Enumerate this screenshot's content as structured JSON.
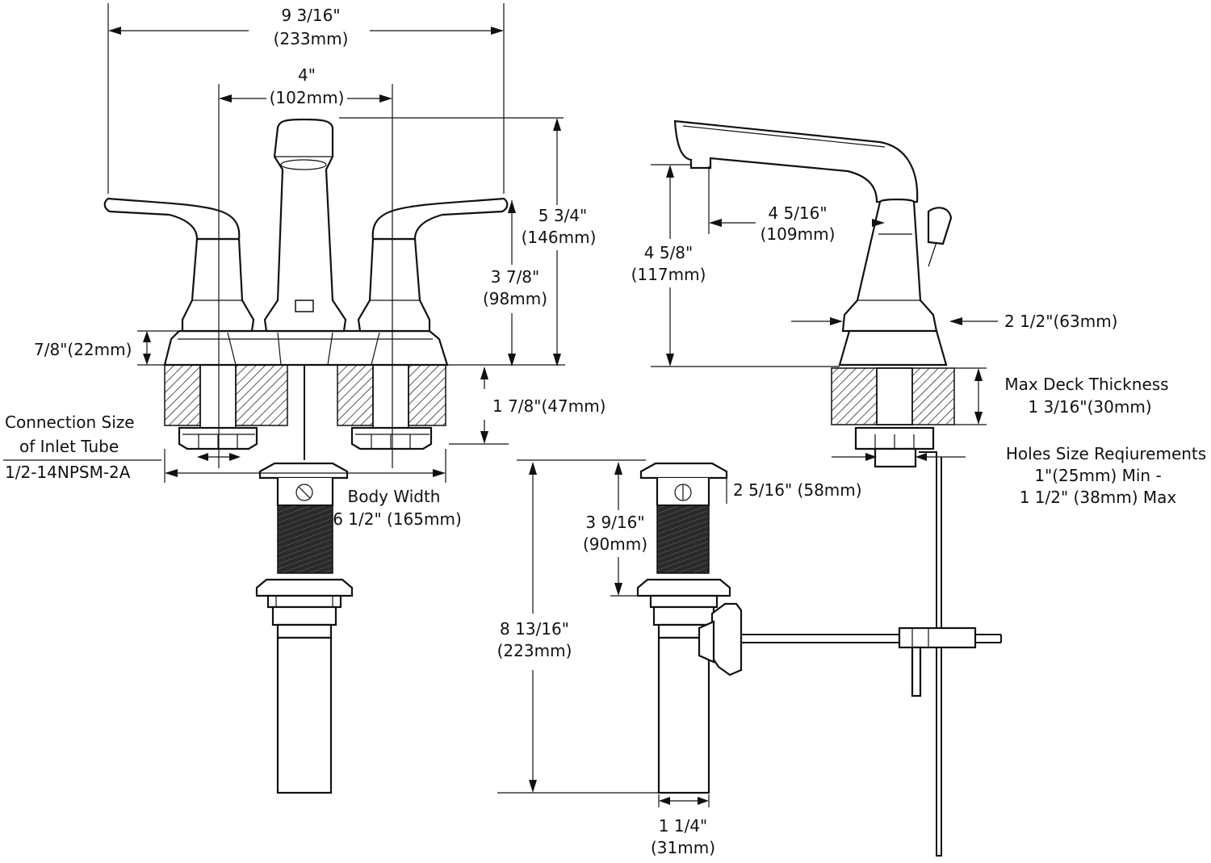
{
  "colors": {
    "line": "#111111",
    "background": "#ffffff"
  },
  "dimensions": {
    "overall_width": {
      "imperial": "9 3/16\"",
      "metric": "(233mm)"
    },
    "center_spread": {
      "imperial": "4\"",
      "metric": "(102mm)"
    },
    "overall_height": {
      "imperial": "5 3/4\"",
      "metric": "(146mm)"
    },
    "handle_height": {
      "imperial": "3 7/8\"",
      "metric": "(98mm)"
    },
    "base_height": "7/8\"(22mm)",
    "shank_length": "1 7/8\"(47mm)",
    "connection_size": {
      "line1": "Connection Size",
      "line2": "of Inlet Tube",
      "value": "1/2-14NPSM-2A"
    },
    "body_width": {
      "line1": "Body Width",
      "line2": "6 1/2\" (165mm)"
    },
    "spout_reach": {
      "imperial": "4 5/16\"",
      "metric": "(109mm)"
    },
    "spout_height": {
      "imperial": "4 5/8\"",
      "metric": "(117mm)"
    },
    "base_diameter": "2 1/2\"(63mm)",
    "max_deck": {
      "line1": "Max Deck Thickness",
      "line2": "1 3/16\"(30mm)"
    },
    "holes_size": {
      "line1": "Holes Size Reqiurements",
      "line2": "1\"(25mm) Min  -",
      "line3": "1 1/2\" (38mm) Max"
    },
    "drain_flange": "2 5/16\" (58mm)",
    "drain_body": {
      "imperial": "3 9/16\"",
      "metric": "(90mm)"
    },
    "drain_total": {
      "imperial": "8 13/16\"",
      "metric": "(223mm)"
    },
    "tailpiece": {
      "imperial": "1 1/4\"",
      "metric": "(31mm)"
    }
  }
}
